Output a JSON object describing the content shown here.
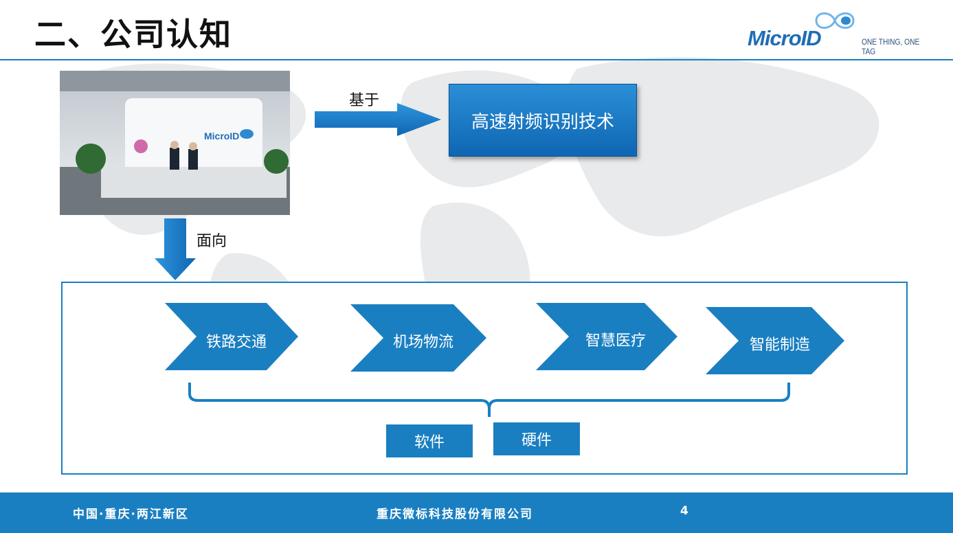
{
  "header": {
    "title": "二、公司认知"
  },
  "logo": {
    "word": "MicroID",
    "tagline": "ONE THING, ONE TAG"
  },
  "photo": {
    "wall_logo": "MicroID"
  },
  "flow": {
    "based_on_label": "基于",
    "technology": "高速射频识别技术",
    "facing_label": "面向"
  },
  "industries": [
    {
      "label": "铁路交通"
    },
    {
      "label": "机场物流"
    },
    {
      "label": "智慧医疗"
    },
    {
      "label": "智能制造"
    }
  ],
  "products": {
    "software": "软件",
    "hardware": "硬件"
  },
  "footer": {
    "location": "中国·重庆·两江新区",
    "company": "重庆微标科技股份有限公司",
    "page_number": "4"
  },
  "colors": {
    "accent": "#1a7fc1",
    "dark_blue": "#0f66b3",
    "map_grey": "#e6e8ea"
  }
}
